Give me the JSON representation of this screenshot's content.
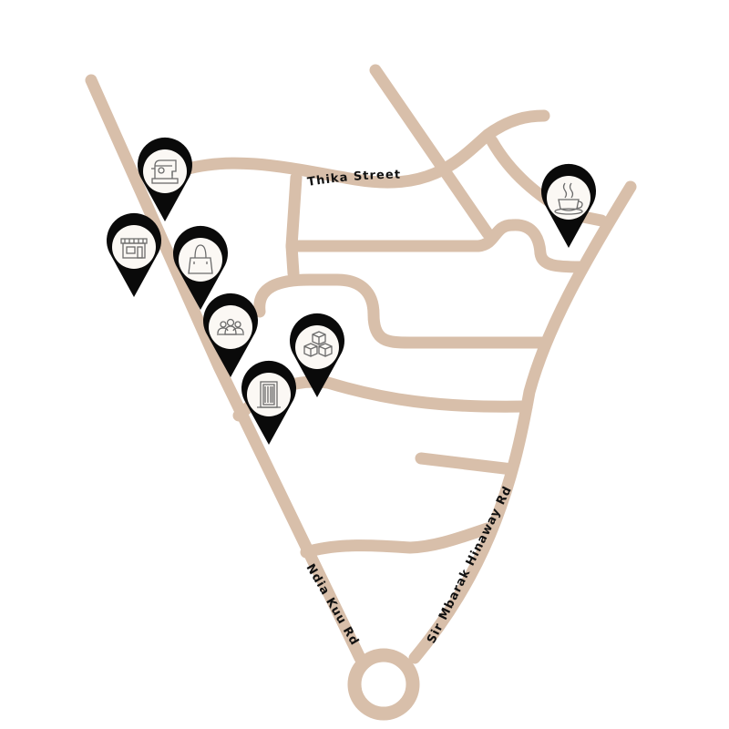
{
  "map": {
    "colors": {
      "road": "#d8bfaa",
      "pin": "#0a0a0a",
      "pin_face": "#fbf8f4",
      "icon_stroke": "#6b6b6b",
      "label": "#111111"
    },
    "streets": {
      "thika_street": "Thika Street",
      "sir_mbarak": "Sir Mbarak Hinaway Rd",
      "ndia_kuu": "Ndia Kuu Rd"
    },
    "markers": [
      {
        "id": "tailor",
        "icon": "sewing-machine-icon"
      },
      {
        "id": "shop",
        "icon": "storefront-icon"
      },
      {
        "id": "bags",
        "icon": "handbag-icon"
      },
      {
        "id": "community",
        "icon": "people-group-icon"
      },
      {
        "id": "stone",
        "icon": "stone-blocks-icon"
      },
      {
        "id": "door",
        "icon": "carved-door-icon"
      },
      {
        "id": "cafe",
        "icon": "coffee-cup-icon"
      }
    ]
  }
}
